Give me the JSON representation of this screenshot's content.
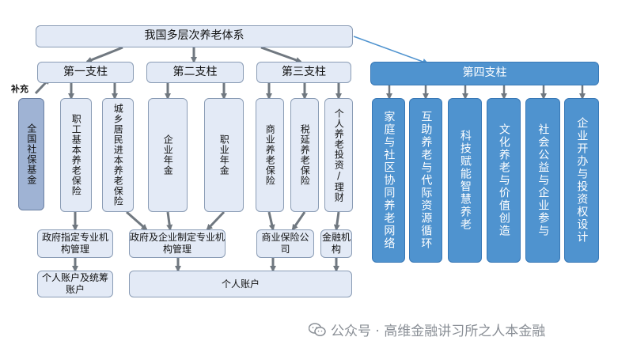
{
  "top": {
    "title": "我国多层次养老体系"
  },
  "supplement_label": "补充",
  "pillars": {
    "p1": "第一支柱",
    "p2": "第二支柱",
    "p3": "第三支柱",
    "p4": "第四支柱"
  },
  "pillar1_items": [
    "全国社保基金",
    "职工基本养老保险",
    "城乡居民进本养老保险"
  ],
  "pillar2_items": [
    "企业年金",
    "职业年金"
  ],
  "pillar3_items": [
    "商业养老保险",
    "税延养老保险",
    "个人养老投资/理财"
  ],
  "pillar4_items": [
    "家庭与社区协同养老网络",
    "互助养老与代际资源循环",
    "科技赋能智慧养老",
    "文化养老与价值创造",
    "社会公益与企业参与",
    "企业开办与投资权设计"
  ],
  "management": {
    "gov_designated": "政府指定专业机构管理",
    "gov_enterprise": "政府及企业制定专业机构管理",
    "commercial_insurer": "商业保险公司",
    "financial_inst": "金融机构"
  },
  "accounts": {
    "personal_pooled": "个人账户及统筹账户",
    "personal": "个人账户"
  },
  "watermark": "公众号 · 高维金融讲习所之人本金融",
  "colors": {
    "light_box": "#e3eaf6",
    "dark_box": "#9fb3d4",
    "blue_box": "#4f93cf",
    "arrow": "#707880"
  }
}
